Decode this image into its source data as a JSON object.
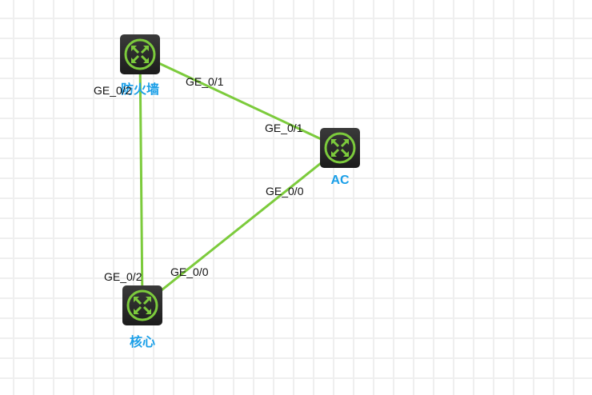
{
  "colors": {
    "link": "#7ccb3c",
    "label": "#1a9fe8"
  },
  "nodes": [
    {
      "id": "firewall",
      "name": "防火墙",
      "icon": "router-icon"
    },
    {
      "id": "ac",
      "name": "AC",
      "icon": "router-icon"
    },
    {
      "id": "core",
      "name": "核心",
      "icon": "router-icon"
    }
  ],
  "links": [
    {
      "from": "firewall",
      "to": "ac",
      "from_port": "GE_0/1",
      "to_port": "GE_0/1"
    },
    {
      "from": "firewall",
      "to": "core",
      "from_port": "GE_0/2",
      "to_port": "GE_0/2"
    },
    {
      "from": "ac",
      "to": "core",
      "from_port": "GE_0/0",
      "to_port": "GE_0/0"
    }
  ]
}
